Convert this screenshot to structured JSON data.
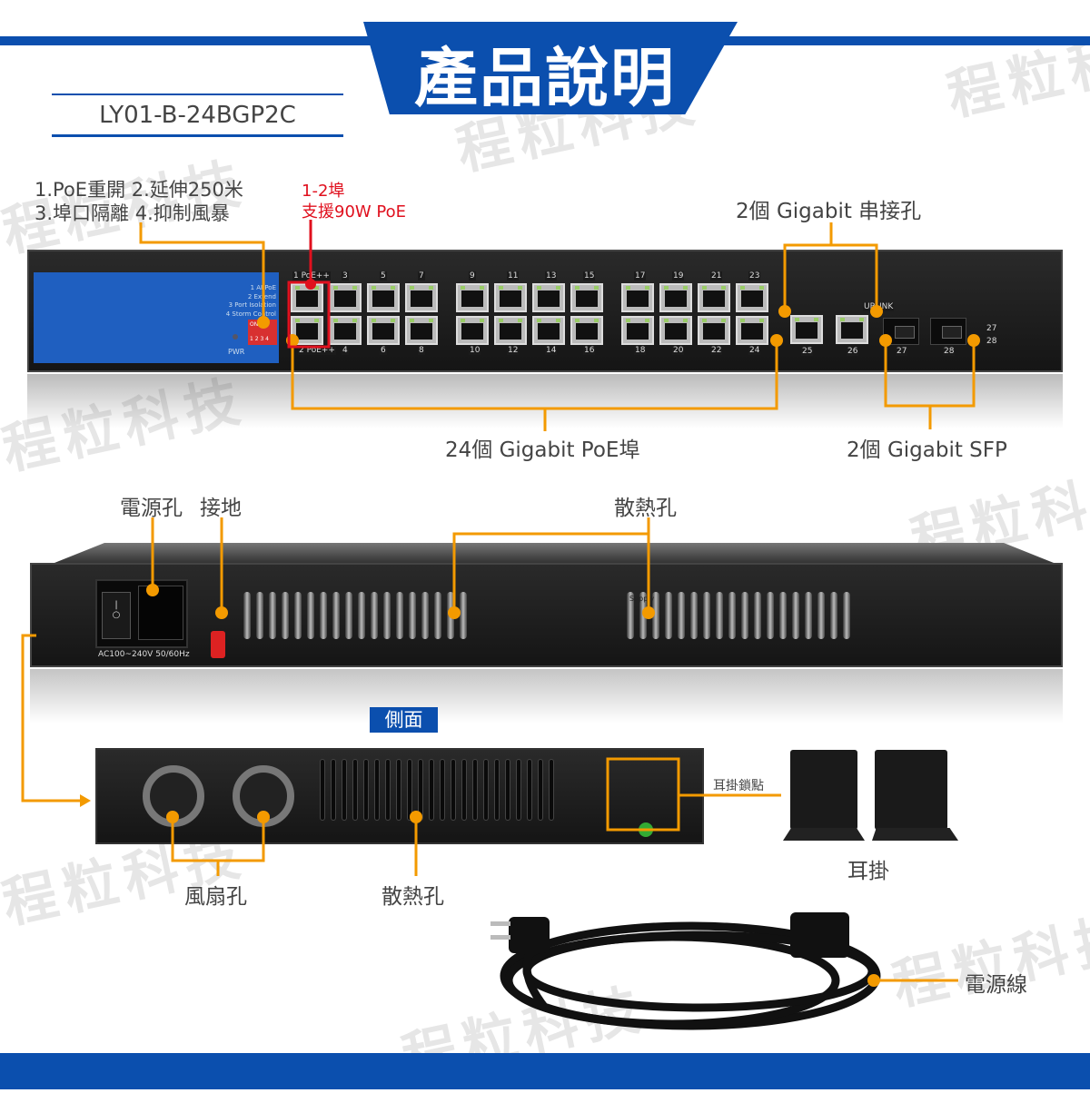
{
  "header": {
    "title": "產品說明",
    "model": "LY01-B-24BGP2C"
  },
  "watermark": "程粒科技",
  "front": {
    "features_line1": "1.PoE重開  2.延伸250米",
    "features_line2": "3.埠口隔離  4.抑制風暴",
    "poe90_line1": "1-2埠",
    "poe90_line2": "支援90W PoE",
    "uplink_callout": "2個 Gigabit 串接孔",
    "poe_ports_callout": "24個 Gigabit PoE埠",
    "sfp_callout": "2個 Gigabit SFP",
    "panel": {
      "dip1": "1 AI PoE",
      "dip2": "2 Extend",
      "dip3": "3 Port Isolation",
      "dip4": "4 Storm Control",
      "dip_on": "ON",
      "dip_nums": "1 2 3 4",
      "pwr": "PWR"
    },
    "top_labels": [
      "1 PoE++",
      "3",
      "5",
      "7",
      "9",
      "11",
      "13",
      "15",
      "17",
      "19",
      "21",
      "23"
    ],
    "bottom_labels": [
      "2 PoE++",
      "4",
      "6",
      "8",
      "10",
      "12",
      "14",
      "16",
      "18",
      "20",
      "22",
      "24"
    ],
    "uplink_label": "UPLINK",
    "uplink_ports": [
      "25",
      "26",
      "27",
      "28"
    ],
    "sfp_leds": [
      "27",
      "28"
    ]
  },
  "back": {
    "power_callout": "電源孔",
    "ground_callout": "接地",
    "vent_callout": "散熱孔",
    "power_rating": "AC100~240V  50/60Hz",
    "supply": "Supply"
  },
  "side": {
    "tag": "側面",
    "ear_mount_callout": "耳掛鎖點",
    "fan_callout": "風扇孔",
    "vent_callout": "散熱孔",
    "ears_callout": "耳掛",
    "cord_callout": "電源線"
  },
  "colors": {
    "blue": "#0b4fae",
    "orange": "#f39a00",
    "red": "#e0101e"
  }
}
